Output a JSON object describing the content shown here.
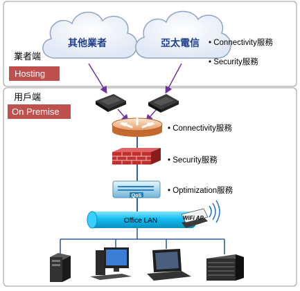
{
  "zones": {
    "provider_label": "業者端",
    "provider_badge": "Hosting",
    "customer_label": "用戶端",
    "customer_badge": "On Premise"
  },
  "clouds": {
    "other_providers": "其他業者",
    "apt_telecom": "亞太電信"
  },
  "cloud_services": {
    "connectivity": "• Connectivity服務",
    "security": "• Security服務"
  },
  "stack_services": {
    "connectivity": "• Connectivity服務",
    "security": "• Security服務",
    "optimization": "• Optimization服務"
  },
  "devices": {
    "qos_label": "QoS",
    "lan_label": "Office LAN",
    "wifi_label": "WiFi AP"
  },
  "colors": {
    "badge_red": "#c0504d",
    "line_blue": "#2f5fa8",
    "lan_cyan": "#18c3f0",
    "arrow_purple": "#7030a0"
  }
}
